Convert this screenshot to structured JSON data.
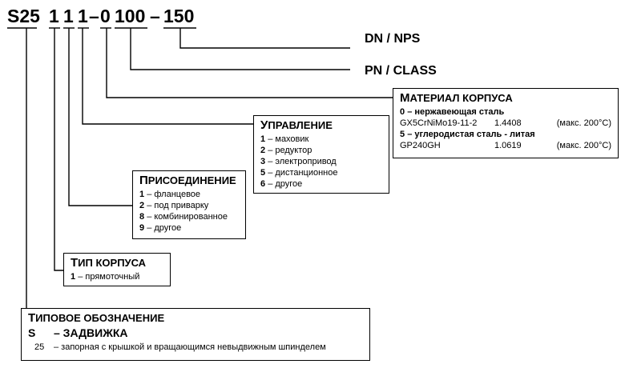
{
  "code": {
    "s25": "S25",
    "body_digit": "1",
    "control_digit": "1",
    "connection_digit": "1",
    "dash1": "–",
    "material_digit": "0",
    "pn_digits": "100",
    "dash2": "–",
    "dn_digits": "150"
  },
  "labels": {
    "dn": "DN / NPS",
    "pn": "PN / CLASS"
  },
  "material": {
    "title_cap": "М",
    "title_rest": "АТЕРИАЛ КОРПУСА",
    "rows": [
      {
        "code": "0",
        "name": "нержавеющая сталь",
        "grade": "GX5CrNiMo19-11-2",
        "number": "1.4408",
        "temp": "(макс. 200°C)"
      },
      {
        "code": "5",
        "name": "углеродистая сталь - литая",
        "grade": "GP240GH",
        "number": "1.0619",
        "temp": "(макс. 200°C)"
      }
    ],
    "dash": "–"
  },
  "control": {
    "title_cap": "У",
    "title_rest": "ПРАВЛЕНИЕ",
    "items": [
      {
        "code": "1",
        "text": "маховик"
      },
      {
        "code": "2",
        "text": "редуктор"
      },
      {
        "code": "3",
        "text": "электропривод"
      },
      {
        "code": "5",
        "text": "дистанционное"
      },
      {
        "code": "6",
        "text": "другое"
      }
    ],
    "dash": "–"
  },
  "connection": {
    "title_cap": "П",
    "title_rest": "РИСОЕДИНЕНИЕ",
    "items": [
      {
        "code": "1",
        "text": "фланцевое"
      },
      {
        "code": "2",
        "text": "под приварку"
      },
      {
        "code": "8",
        "text": "комбинированное"
      },
      {
        "code": "9",
        "text": "другое"
      }
    ],
    "dash": "–"
  },
  "body_type": {
    "title_cap": "Т",
    "title_rest": "ИП КОРПУСА",
    "items": [
      {
        "code": "1",
        "text": "прямоточный"
      }
    ],
    "dash": "–"
  },
  "designation": {
    "title_cap": "Т",
    "title_rest": "ИПОВОЕ ОБОЗНАЧЕНИЕ",
    "s_code": "S",
    "s_text": "– ЗАДВИЖКА",
    "n_code": "25",
    "n_text": "– запорная с крышкой и вращающимся невыдвижным шпинделем"
  }
}
